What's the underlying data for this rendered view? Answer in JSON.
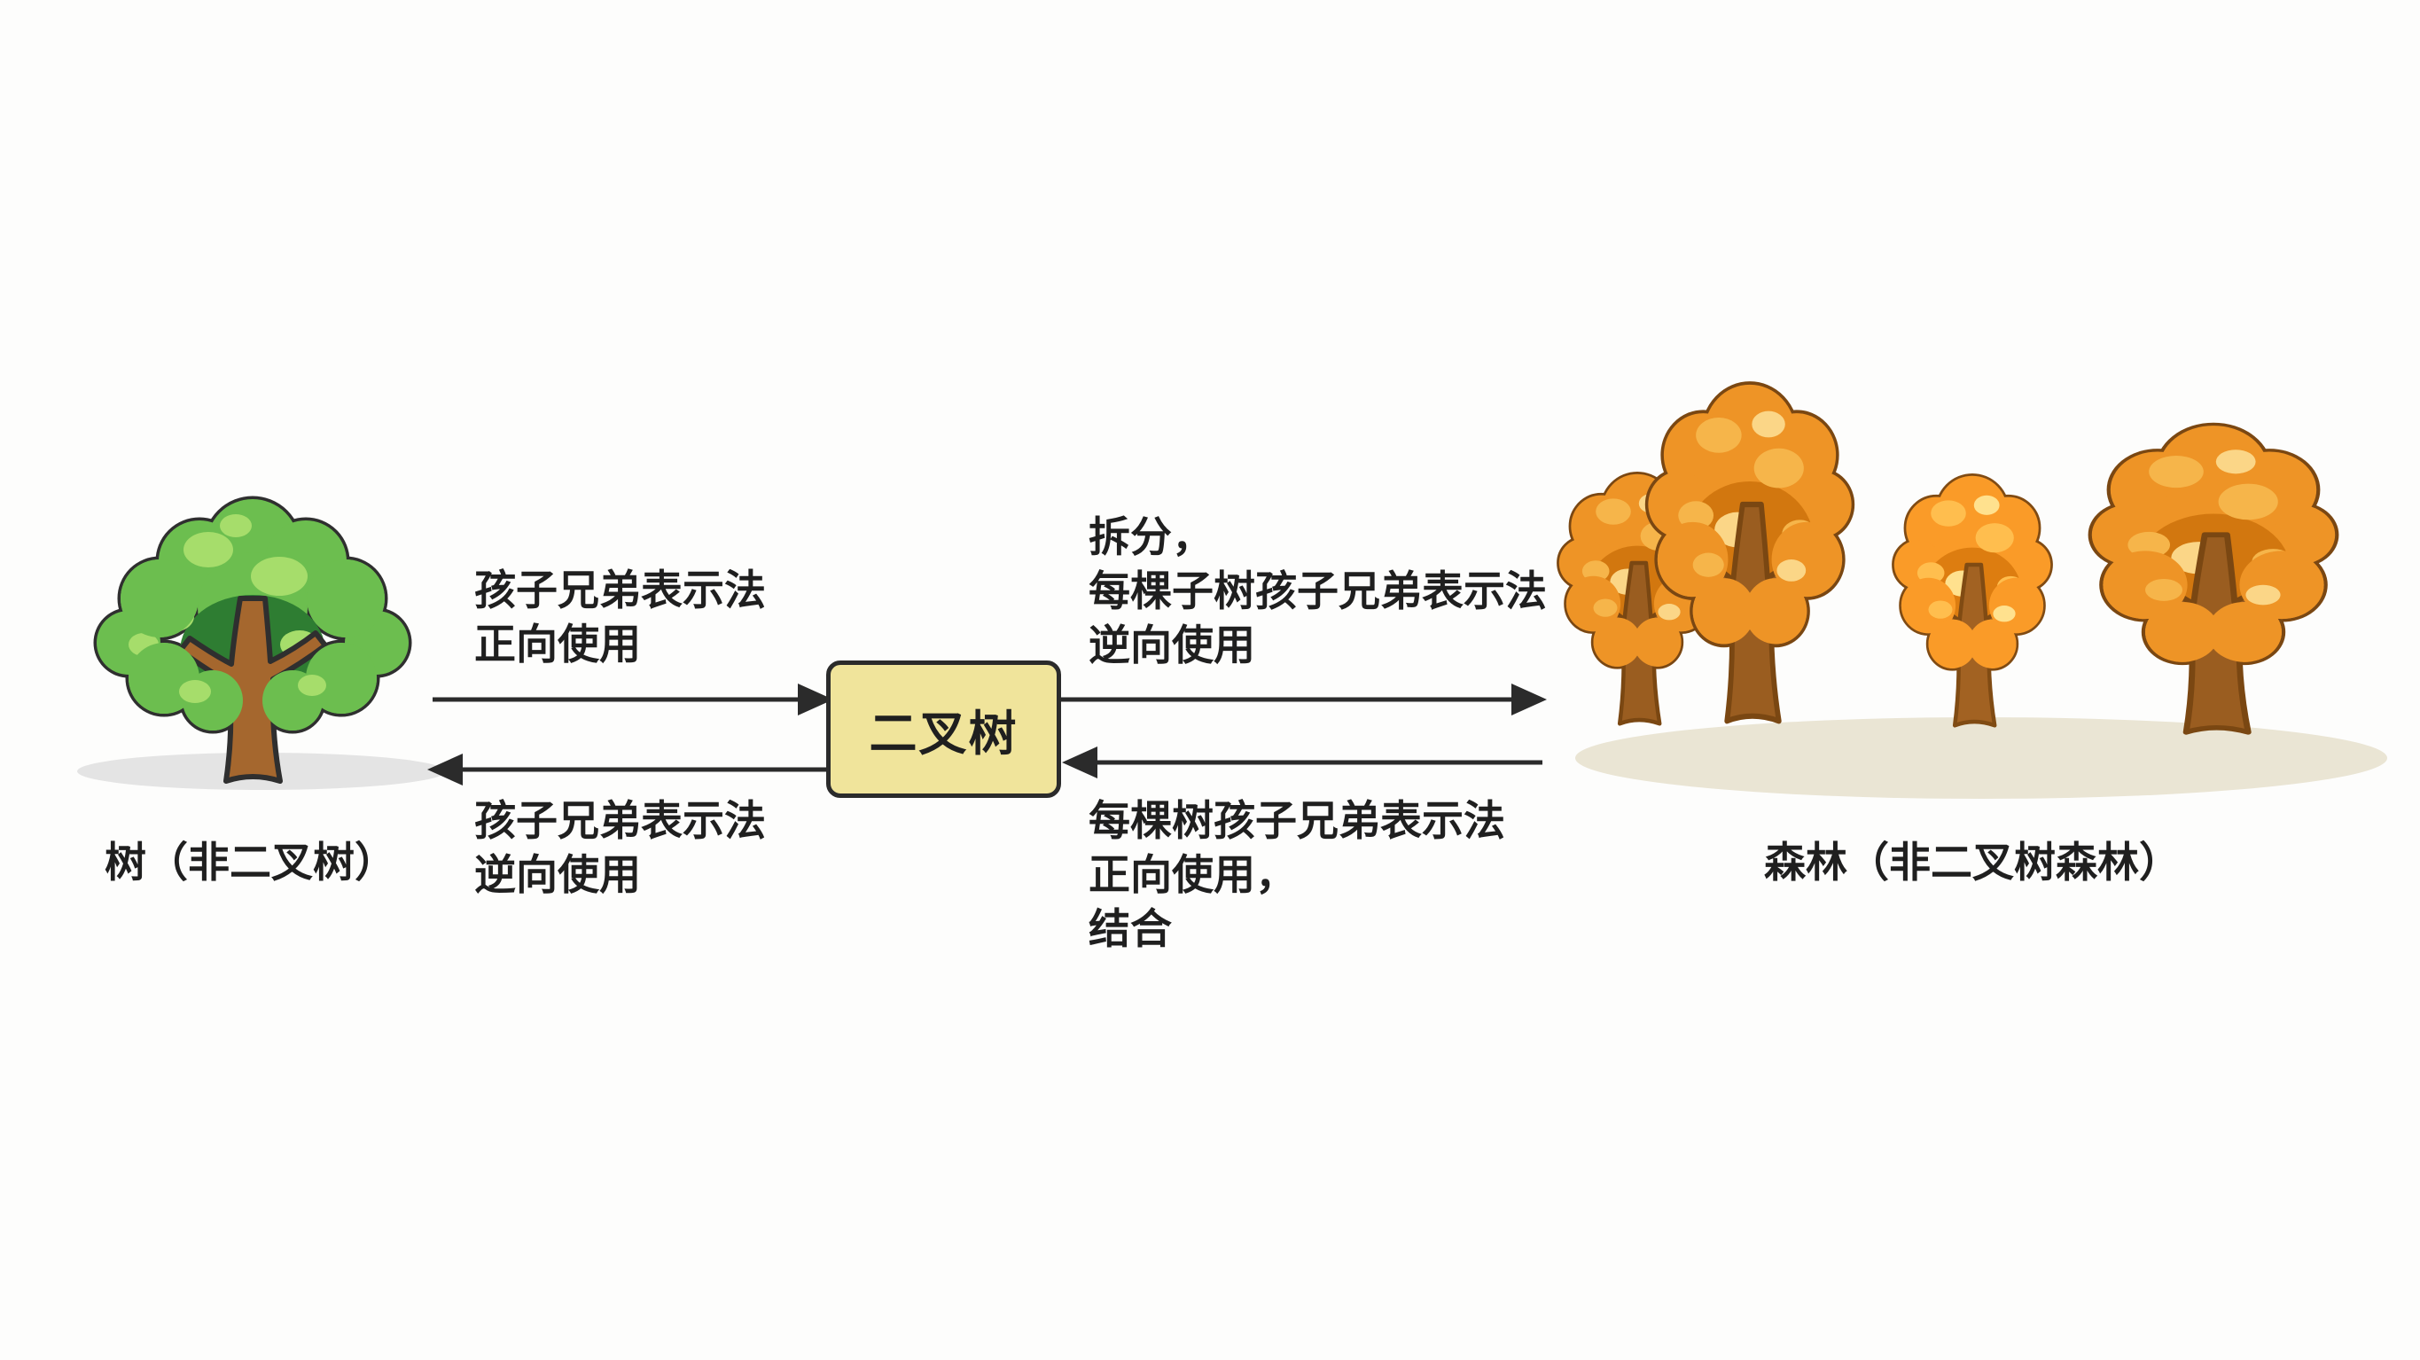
{
  "diagram": {
    "left_node": {
      "label": "树（非二叉树）",
      "illustration": "green-tree-cartoon"
    },
    "center_node": {
      "label": "二叉树"
    },
    "right_node": {
      "label": "森林（非二叉树森林）",
      "illustration": "four-autumn-trees-cartoon"
    },
    "edges": {
      "tree_to_binary": {
        "direction": "right",
        "lines": [
          "孩子兄弟表示法",
          "正向使用"
        ]
      },
      "binary_to_tree": {
        "direction": "left",
        "lines": [
          "孩子兄弟表示法",
          "逆向使用"
        ]
      },
      "binary_to_forest": {
        "direction": "right",
        "lines": [
          "拆分，",
          "每棵子树孩子兄弟表示法",
          "逆向使用"
        ]
      },
      "forest_to_binary": {
        "direction": "left",
        "lines": [
          "每棵树孩子兄弟表示法",
          "正向使用，",
          "结合"
        ]
      }
    },
    "colors": {
      "background": "#fdfdfc",
      "text": "#1f1f1f",
      "arrow": "#2b2b2b",
      "box_fill": "#F0E49B",
      "box_border": "#2b2b2b",
      "green_foliage": "#6CBE4F",
      "green_core": "#2E7D32",
      "green_highlight": "#A6DD6B",
      "tree_trunk": "#A5672E",
      "outline_dark": "#2F2F2F",
      "orange_foliage": "#EE9426",
      "orange_core": "#D2770F",
      "orange_highlight": "#F6B54A",
      "orange_highlight_2": "#FBD687",
      "orange_trunk": "#9A5D20",
      "orange_outline": "#7A4712",
      "tree_shadow": "#E4E4E4",
      "forest_shadow": "#EAE5D4"
    }
  }
}
